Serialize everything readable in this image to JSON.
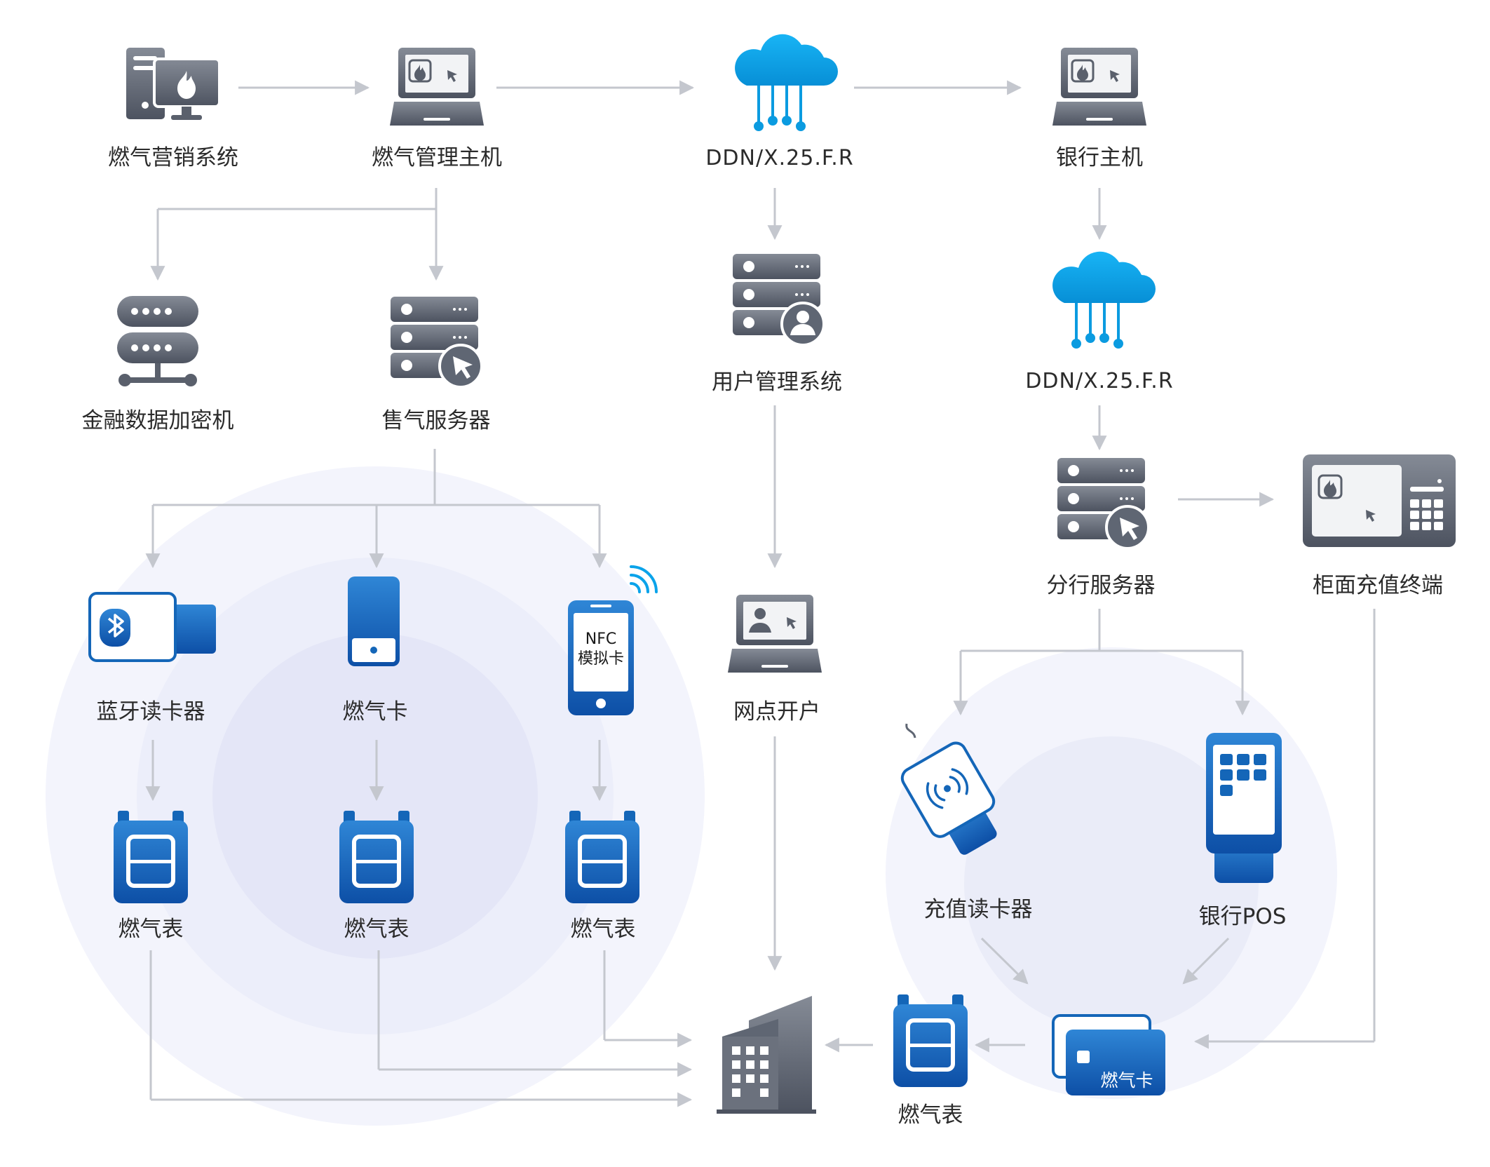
{
  "nodes": {
    "gas_marketing_system": "燃气营销系统",
    "gas_management_host": "燃气管理主机",
    "ddn_top": "DDN/X.25.F.R",
    "bank_host": "银行主机",
    "financial_encryptor": "金融数据加密机",
    "gas_sale_server": "售气服务器",
    "user_management_system": "用户管理系统",
    "ddn_right": "DDN/X.25.F.R",
    "branch_server": "分行服务器",
    "counter_recharge_terminal": "柜面充值终端",
    "bluetooth_card_reader": "蓝牙读卡器",
    "gas_card": "燃气卡",
    "nfc_sim_card": "NFC模拟卡",
    "outlet_account_opening": "网点开户",
    "gas_meter_1": "燃气表",
    "gas_meter_2": "燃气表",
    "gas_meter_3": "燃气表",
    "recharge_card_reader": "充值读卡器",
    "bank_pos": "银行POS",
    "gas_meter_bottom": "燃气表",
    "gas_card_bottom": "燃气卡"
  },
  "phone_screen": {
    "line1": "NFC",
    "line2": "模拟卡"
  },
  "colors": {
    "gray_icon": "#5f6673",
    "blue_icon": "#1466b8",
    "cloud_blue": "#0aa3ea",
    "arrow_gray": "#c4c7ce",
    "halo": "#eef0fb"
  }
}
